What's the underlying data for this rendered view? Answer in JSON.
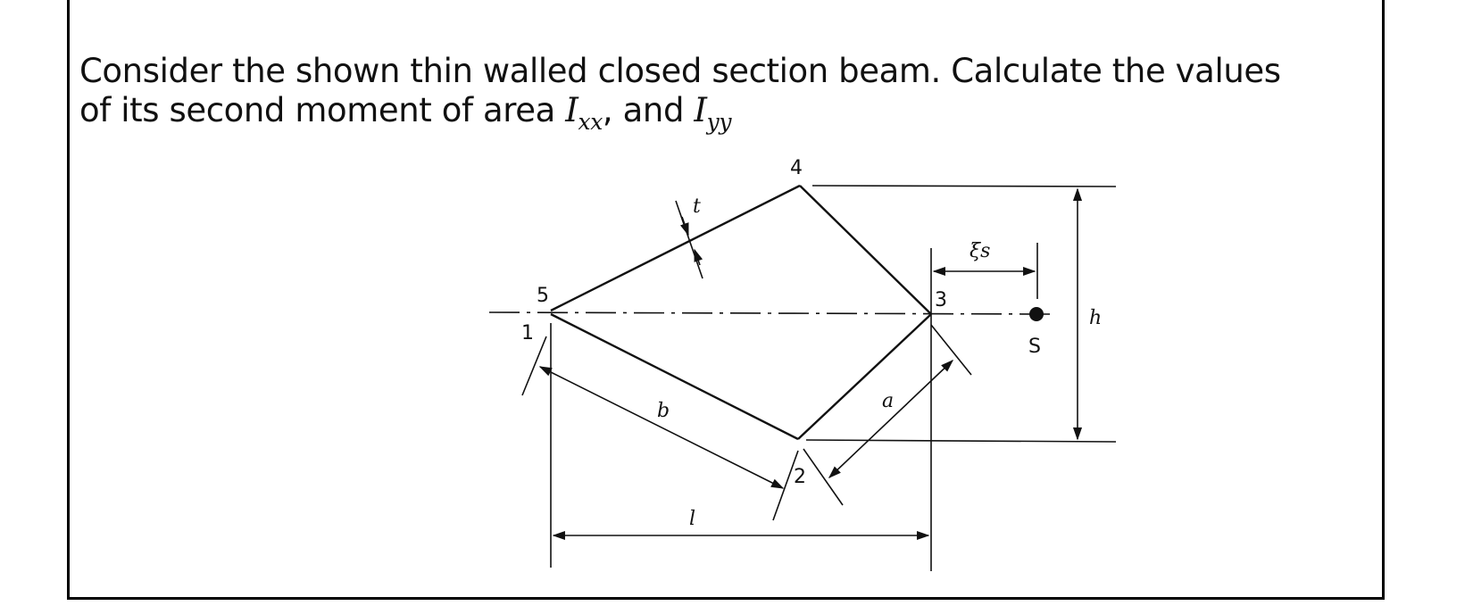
{
  "question": {
    "line1": "Consider the shown thin walled closed section beam. Calculate the values",
    "line2_prefix": "of its second moment of area ",
    "ixx_symbol": "I",
    "ixx_subscript": "xx",
    "separator": ", and ",
    "iyy_symbol": "I",
    "iyy_subscript": "yy"
  },
  "diagram": {
    "node_labels": {
      "n1": "1",
      "n2": "2",
      "n3": "3",
      "n4": "4",
      "n5": "5"
    },
    "dimension_labels": {
      "thickness": "t",
      "b": "b",
      "a": "a",
      "l": "l",
      "h": "h",
      "xi_s": "ξs",
      "shear_centre": "S"
    },
    "colors": {
      "ink": "#111111"
    }
  }
}
